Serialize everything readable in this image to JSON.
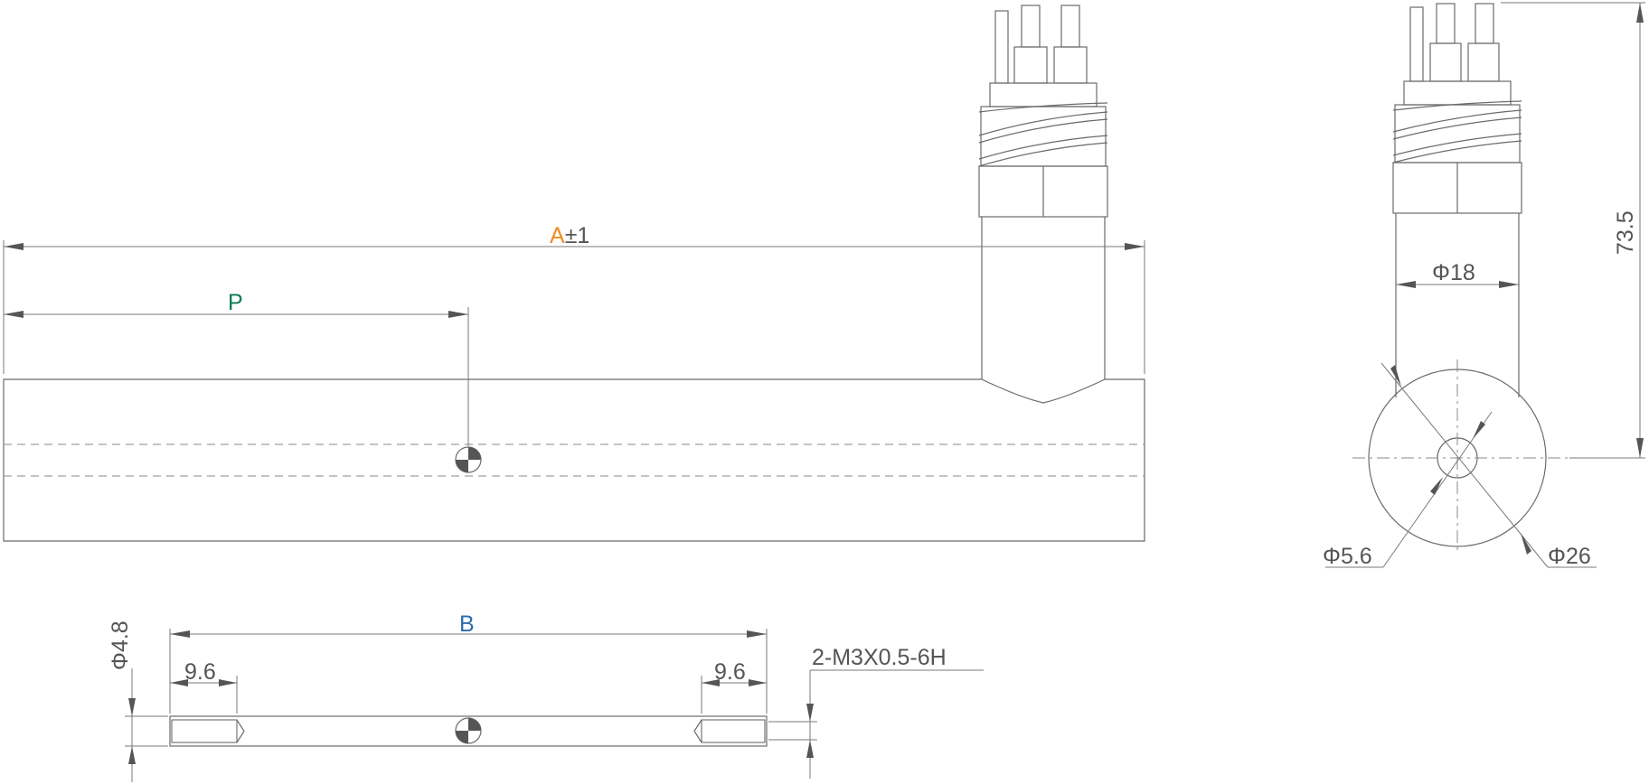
{
  "drawing": {
    "colors": {
      "line": "#6b6b6b",
      "text": "#555555",
      "label_a": "#f08a1c",
      "label_p": "#0b7b5a",
      "label_b": "#2e6db0"
    },
    "labels": {
      "a_letter": "A",
      "a_tolerance": "±1",
      "p_letter": "P",
      "b_letter": "B",
      "diameter_18": "Φ18",
      "height_73_5": "73.5",
      "diameter_5_6": "Φ5.6",
      "diameter_26": "Φ26",
      "diameter_4_8": "Φ4.8",
      "left_9_6": "9.6",
      "right_9_6": "9.6",
      "thread": "2-M3X0.5-6H"
    }
  }
}
